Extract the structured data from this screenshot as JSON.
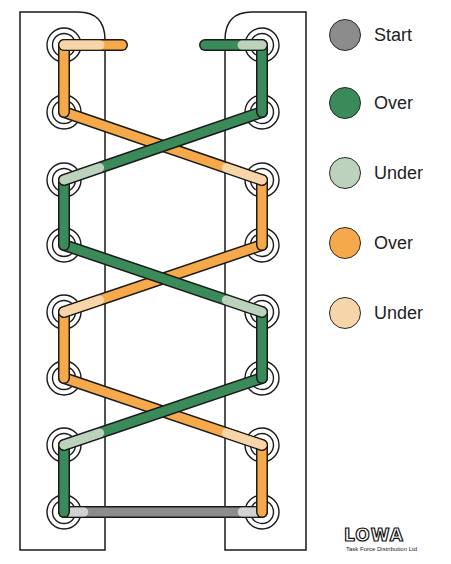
{
  "diagram": {
    "labels": [
      "LOWA",
      "Task Force Distribution Ltd"
    ],
    "legend": [
      {
        "text": "Start",
        "color": "#8c8c8c"
      },
      {
        "text": "Over",
        "color": "#3b8a5a"
      },
      {
        "text": "Under",
        "color": "#bcd2bc"
      },
      {
        "text": "Over",
        "color": "#f6a94b"
      },
      {
        "text": "Under",
        "color": "#f6d6a9"
      }
    ]
  }
}
